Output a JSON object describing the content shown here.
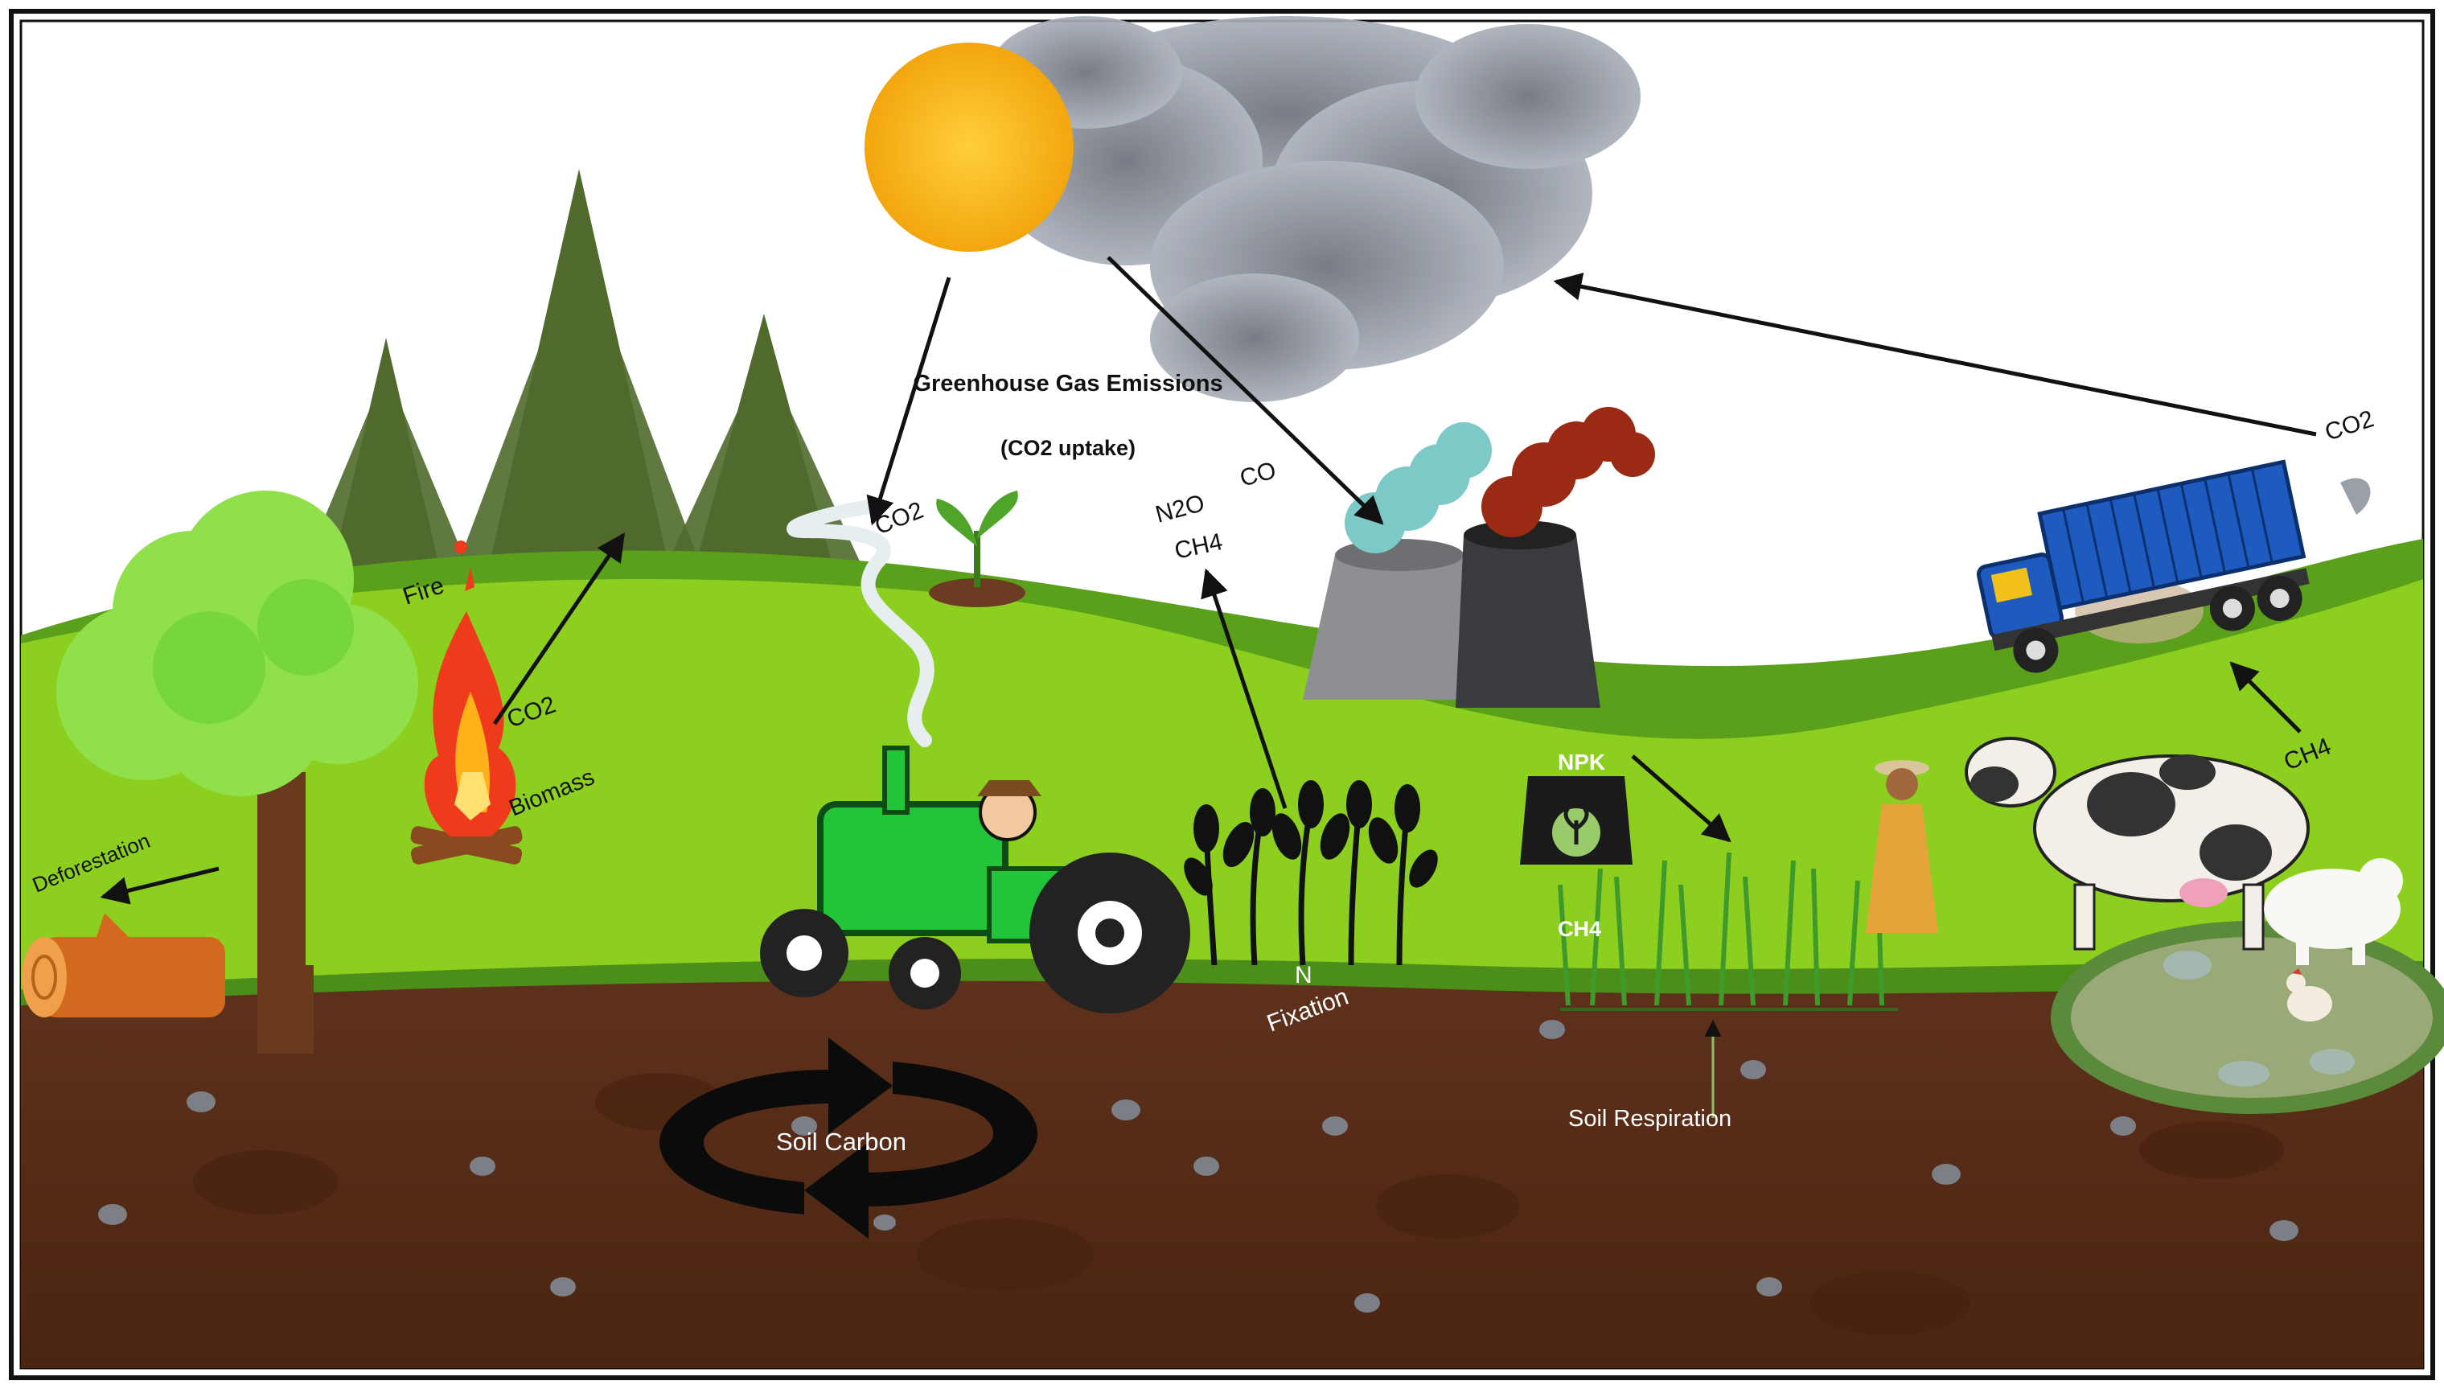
{
  "diagram": {
    "labels": {
      "greenhouse_gas_emissions": "Greenhouse Gas Emissions",
      "co2_uptake": "(CO2 uptake)",
      "co2_sun": "CO2",
      "co2_truck": "CO2",
      "co2_fire": "CO2",
      "fire": "Fire",
      "biomass": "Biomass",
      "deforestation": "Deforestation",
      "n2o": "N2O",
      "co": "CO",
      "ch4_crops": "CH4",
      "n_fixation_line1": "N",
      "n_fixation_line2": "Fixation",
      "npk": "NPK",
      "ch4_paddy": "CH4",
      "ch4_livestock": "CH4",
      "soil_respiration": "Soil Respiration",
      "soil_carbon": "Soil Carbon"
    },
    "colors": {
      "sun": "#f6b61a",
      "cloud": "#8a8f98",
      "grass_light": "#8ccf1f",
      "grass_dark": "#5aa01a",
      "forest": "#4f6a2c",
      "soil": "#5a2f1c",
      "soil_dark": "#45220f",
      "tractor": "#22c43a",
      "truck_container": "#1f5bbf",
      "smoke_teal": "#7cc9c7",
      "smoke_red": "#9a2a14",
      "arrow": "#111111"
    }
  }
}
